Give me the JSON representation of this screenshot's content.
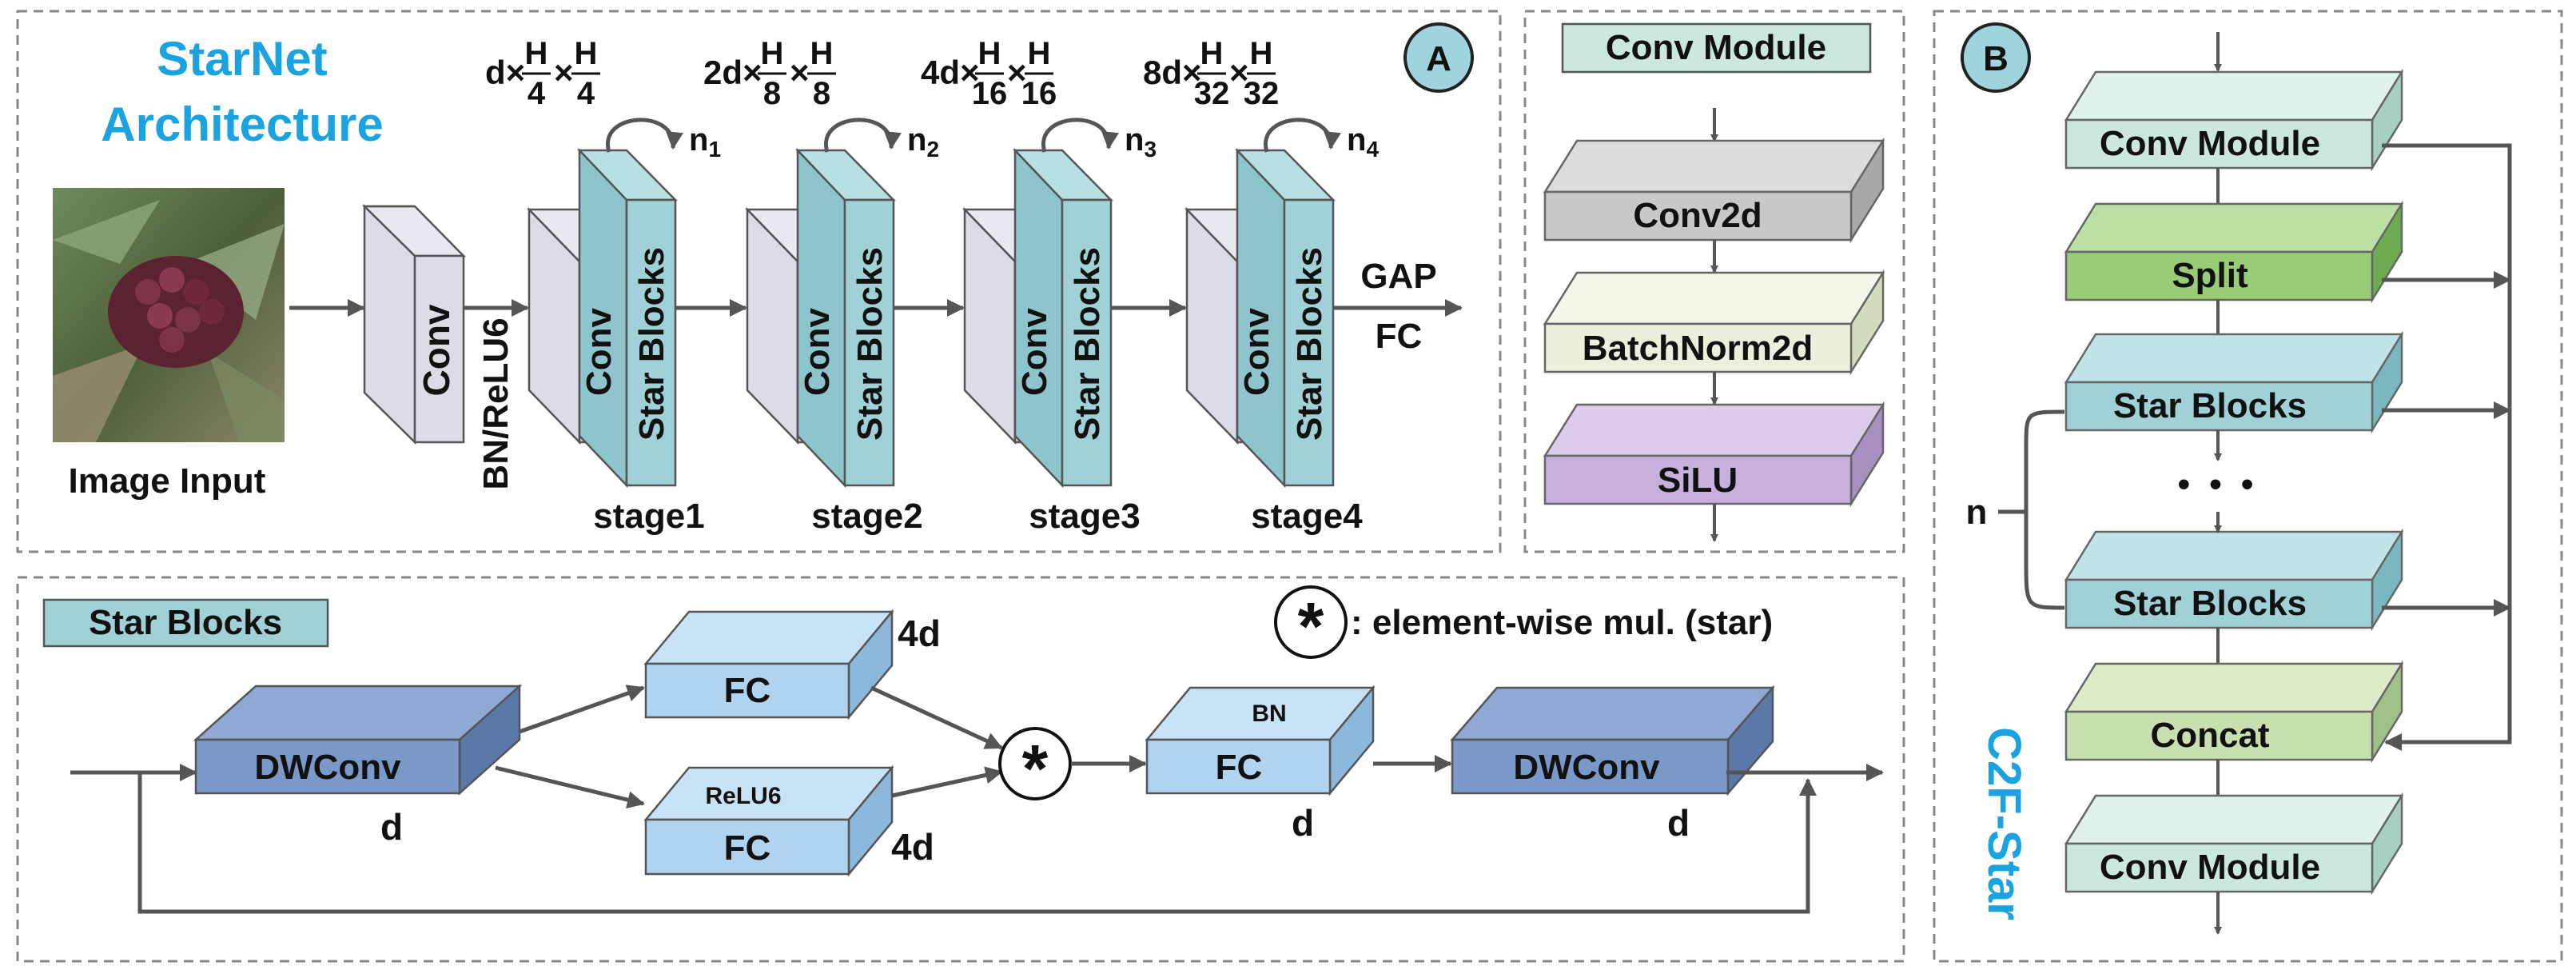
{
  "panel_a": {
    "badge": "A",
    "title_line1": "StarNet",
    "title_line2": "Architecture",
    "image_caption": "Image Input",
    "first_conv": "Conv",
    "bn_relu": "BN/ReLU6",
    "stages": [
      {
        "conv": "Conv",
        "blocks": "Star Blocks",
        "label": "stage1",
        "n": "n",
        "n_sub": "1",
        "dim_prefix": "d×",
        "h_div": "4",
        "w_div": "4"
      },
      {
        "conv": "Conv",
        "blocks": "Star Blocks",
        "label": "stage2",
        "n": "n",
        "n_sub": "2",
        "dim_prefix": "2d×",
        "h_div": "8",
        "w_div": "8"
      },
      {
        "conv": "Conv",
        "blocks": "Star Blocks",
        "label": "stage3",
        "n": "n",
        "n_sub": "3",
        "dim_prefix": "4d×",
        "h_div": "16",
        "w_div": "16"
      },
      {
        "conv": "Conv",
        "blocks": "Star Blocks",
        "label": "stage4",
        "n": "n",
        "n_sub": "4",
        "dim_prefix": "8d×",
        "h_div": "32",
        "w_div": "32"
      }
    ],
    "frac_num": "H",
    "times": "×",
    "gap": "GAP",
    "fc": "FC"
  },
  "conv_module": {
    "title": "Conv Module",
    "layers": [
      "Conv2d",
      "BatchNorm2d",
      "SiLU"
    ]
  },
  "star_blocks": {
    "title": "Star Blocks",
    "legend_symbol": "*",
    "legend_text": ": element-wise mul. (star)",
    "dwconv1": "DWConv",
    "dwconv1_dim": "d",
    "fc_top": "FC",
    "fc_top_dim": "4d",
    "fc_bottom": "FC",
    "fc_bottom_act": "ReLU6",
    "fc_bottom_dim": "4d",
    "star": "*",
    "fc_out": "FC",
    "fc_out_norm": "BN",
    "fc_out_dim": "d",
    "dwconv2": "DWConv",
    "dwconv2_dim": "d"
  },
  "panel_b": {
    "badge": "B",
    "side_title": "C2F-Star",
    "modules": [
      "Conv Module",
      "Split",
      "Star Blocks",
      "Star Blocks",
      "Concat",
      "Conv Module"
    ],
    "ellipsis": "• • •",
    "n_label": "n"
  },
  "colors": {
    "conv_gray": "#dcdce6",
    "star_teal": "#9fd1d6",
    "conv2d_gray": "#c8c8c8",
    "batchnorm": "#eaf0dc",
    "silu": "#c8b0dc",
    "fc_lightblue": "#b0d4f0",
    "dwconv_blue": "#7a98c8",
    "convmodule_green": "#cce8dc",
    "split_green": "#99cc77",
    "concat_green": "#c8e0b0",
    "title_blue": "#1aa3e0"
  }
}
